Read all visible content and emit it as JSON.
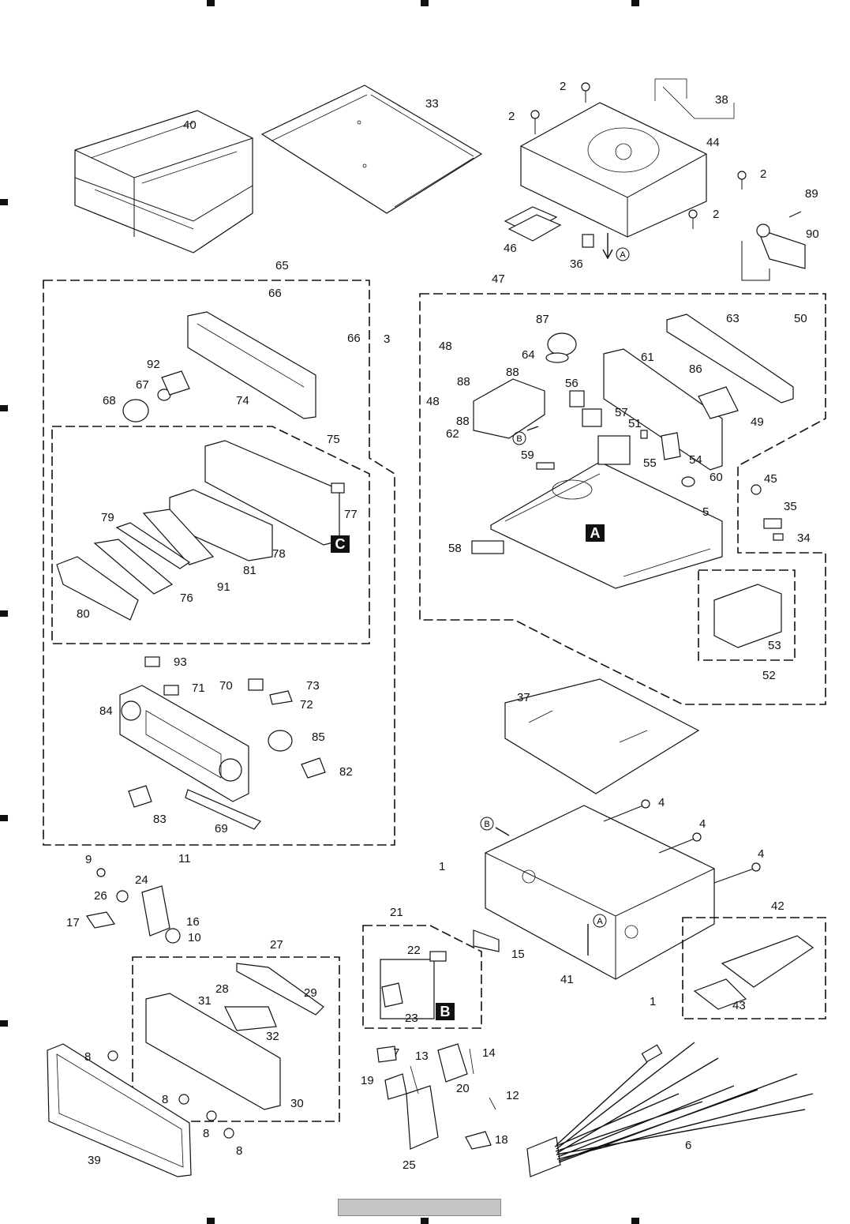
{
  "diagram": {
    "section_labels": {
      "A": "A",
      "B": "B",
      "C": "C"
    },
    "circle_markers": {
      "marker_a": "A",
      "marker_b": "B"
    },
    "callouts": {
      "p1a": "1",
      "p1b": "1",
      "p2a": "2",
      "p2b": "2",
      "p2c": "2",
      "p2d": "2",
      "p3": "3",
      "p4a": "4",
      "p4b": "4",
      "p4c": "4",
      "p5": "5",
      "p6": "6",
      "p7": "7",
      "p8a": "8",
      "p8b": "8",
      "p8c": "8",
      "p8d": "8",
      "p9": "9",
      "p10": "10",
      "p11": "11",
      "p12": "12",
      "p13": "13",
      "p14": "14",
      "p15": "15",
      "p16": "16",
      "p17": "17",
      "p18": "18",
      "p19": "19",
      "p20": "20",
      "p21": "21",
      "p22": "22",
      "p23": "23",
      "p24": "24",
      "p25": "25",
      "p26": "26",
      "p27": "27",
      "p28": "28",
      "p29": "29",
      "p30": "30",
      "p31": "31",
      "p32": "32",
      "p33": "33",
      "p34": "34",
      "p35": "35",
      "p36": "36",
      "p37": "37",
      "p38": "38",
      "p39": "39",
      "p40": "40",
      "p41": "41",
      "p42": "42",
      "p43": "43",
      "p44": "44",
      "p45": "45",
      "p46": "46",
      "p47": "47",
      "p48a": "48",
      "p48b": "48",
      "p49": "49",
      "p50": "50",
      "p51": "51",
      "p52": "52",
      "p53": "53",
      "p54": "54",
      "p55": "55",
      "p56": "56",
      "p57": "57",
      "p58": "58",
      "p59": "59",
      "p60": "60",
      "p61": "61",
      "p62": "62",
      "p63": "63",
      "p64": "64",
      "p65": "65",
      "p66a": "66",
      "p66b": "66",
      "p67": "67",
      "p68": "68",
      "p69": "69",
      "p70": "70",
      "p71": "71",
      "p72": "72",
      "p73": "73",
      "p74": "74",
      "p75": "75",
      "p76": "76",
      "p77": "77",
      "p78": "78",
      "p79": "79",
      "p80": "80",
      "p81": "81",
      "p82": "82",
      "p83": "83",
      "p84": "84",
      "p85": "85",
      "p86": "86",
      "p87": "87",
      "p88a": "88",
      "p88b": "88",
      "p88c": "88",
      "p89": "89",
      "p90": "90",
      "p91": "91",
      "p92": "92",
      "p93": "93"
    }
  }
}
